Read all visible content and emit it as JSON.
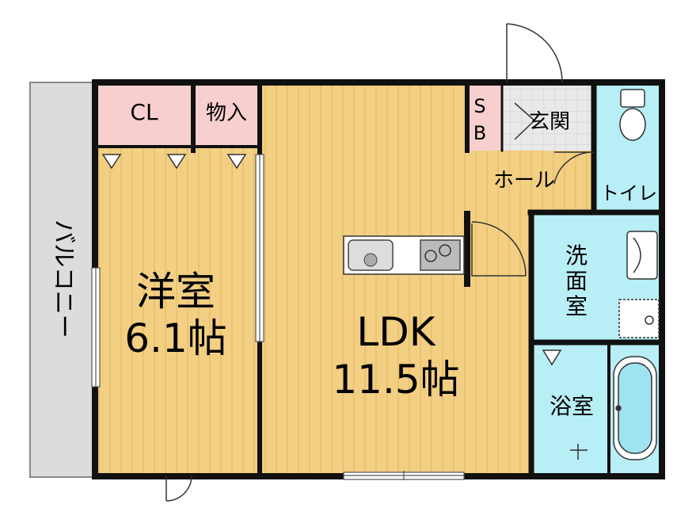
{
  "rooms": {
    "closet": {
      "label": "CL",
      "color": "#f8cfcf"
    },
    "storage": {
      "label": "物入",
      "color": "#f8cfcf"
    },
    "western_room": {
      "name": "洋室",
      "size": "6.1帖",
      "color": "#f2cf83"
    },
    "ldk": {
      "name": "LDK",
      "size": "11.5帖",
      "color": "#f2cf83"
    },
    "shoe_box": {
      "line1": "S",
      "line2": "B",
      "color": "#f8cfcf"
    },
    "entrance": {
      "label": "玄関",
      "color": "#e8e8e8"
    },
    "hall": {
      "label": "ホール",
      "color": "#f2cf83"
    },
    "toilet": {
      "label": "トイレ",
      "color": "#b8eef6"
    },
    "washroom": {
      "line1": "洗",
      "line2": "面",
      "line3": "室",
      "color": "#b8eef6"
    },
    "bathroom": {
      "label": "浴室",
      "color": "#b8eef6"
    },
    "balcony": {
      "label": "バルコニー",
      "color": "#dcdcdc"
    }
  },
  "colors": {
    "wall": "#111111",
    "floor_stripe": "#e6bb62",
    "fixture_fill": "#c8c8c8"
  }
}
